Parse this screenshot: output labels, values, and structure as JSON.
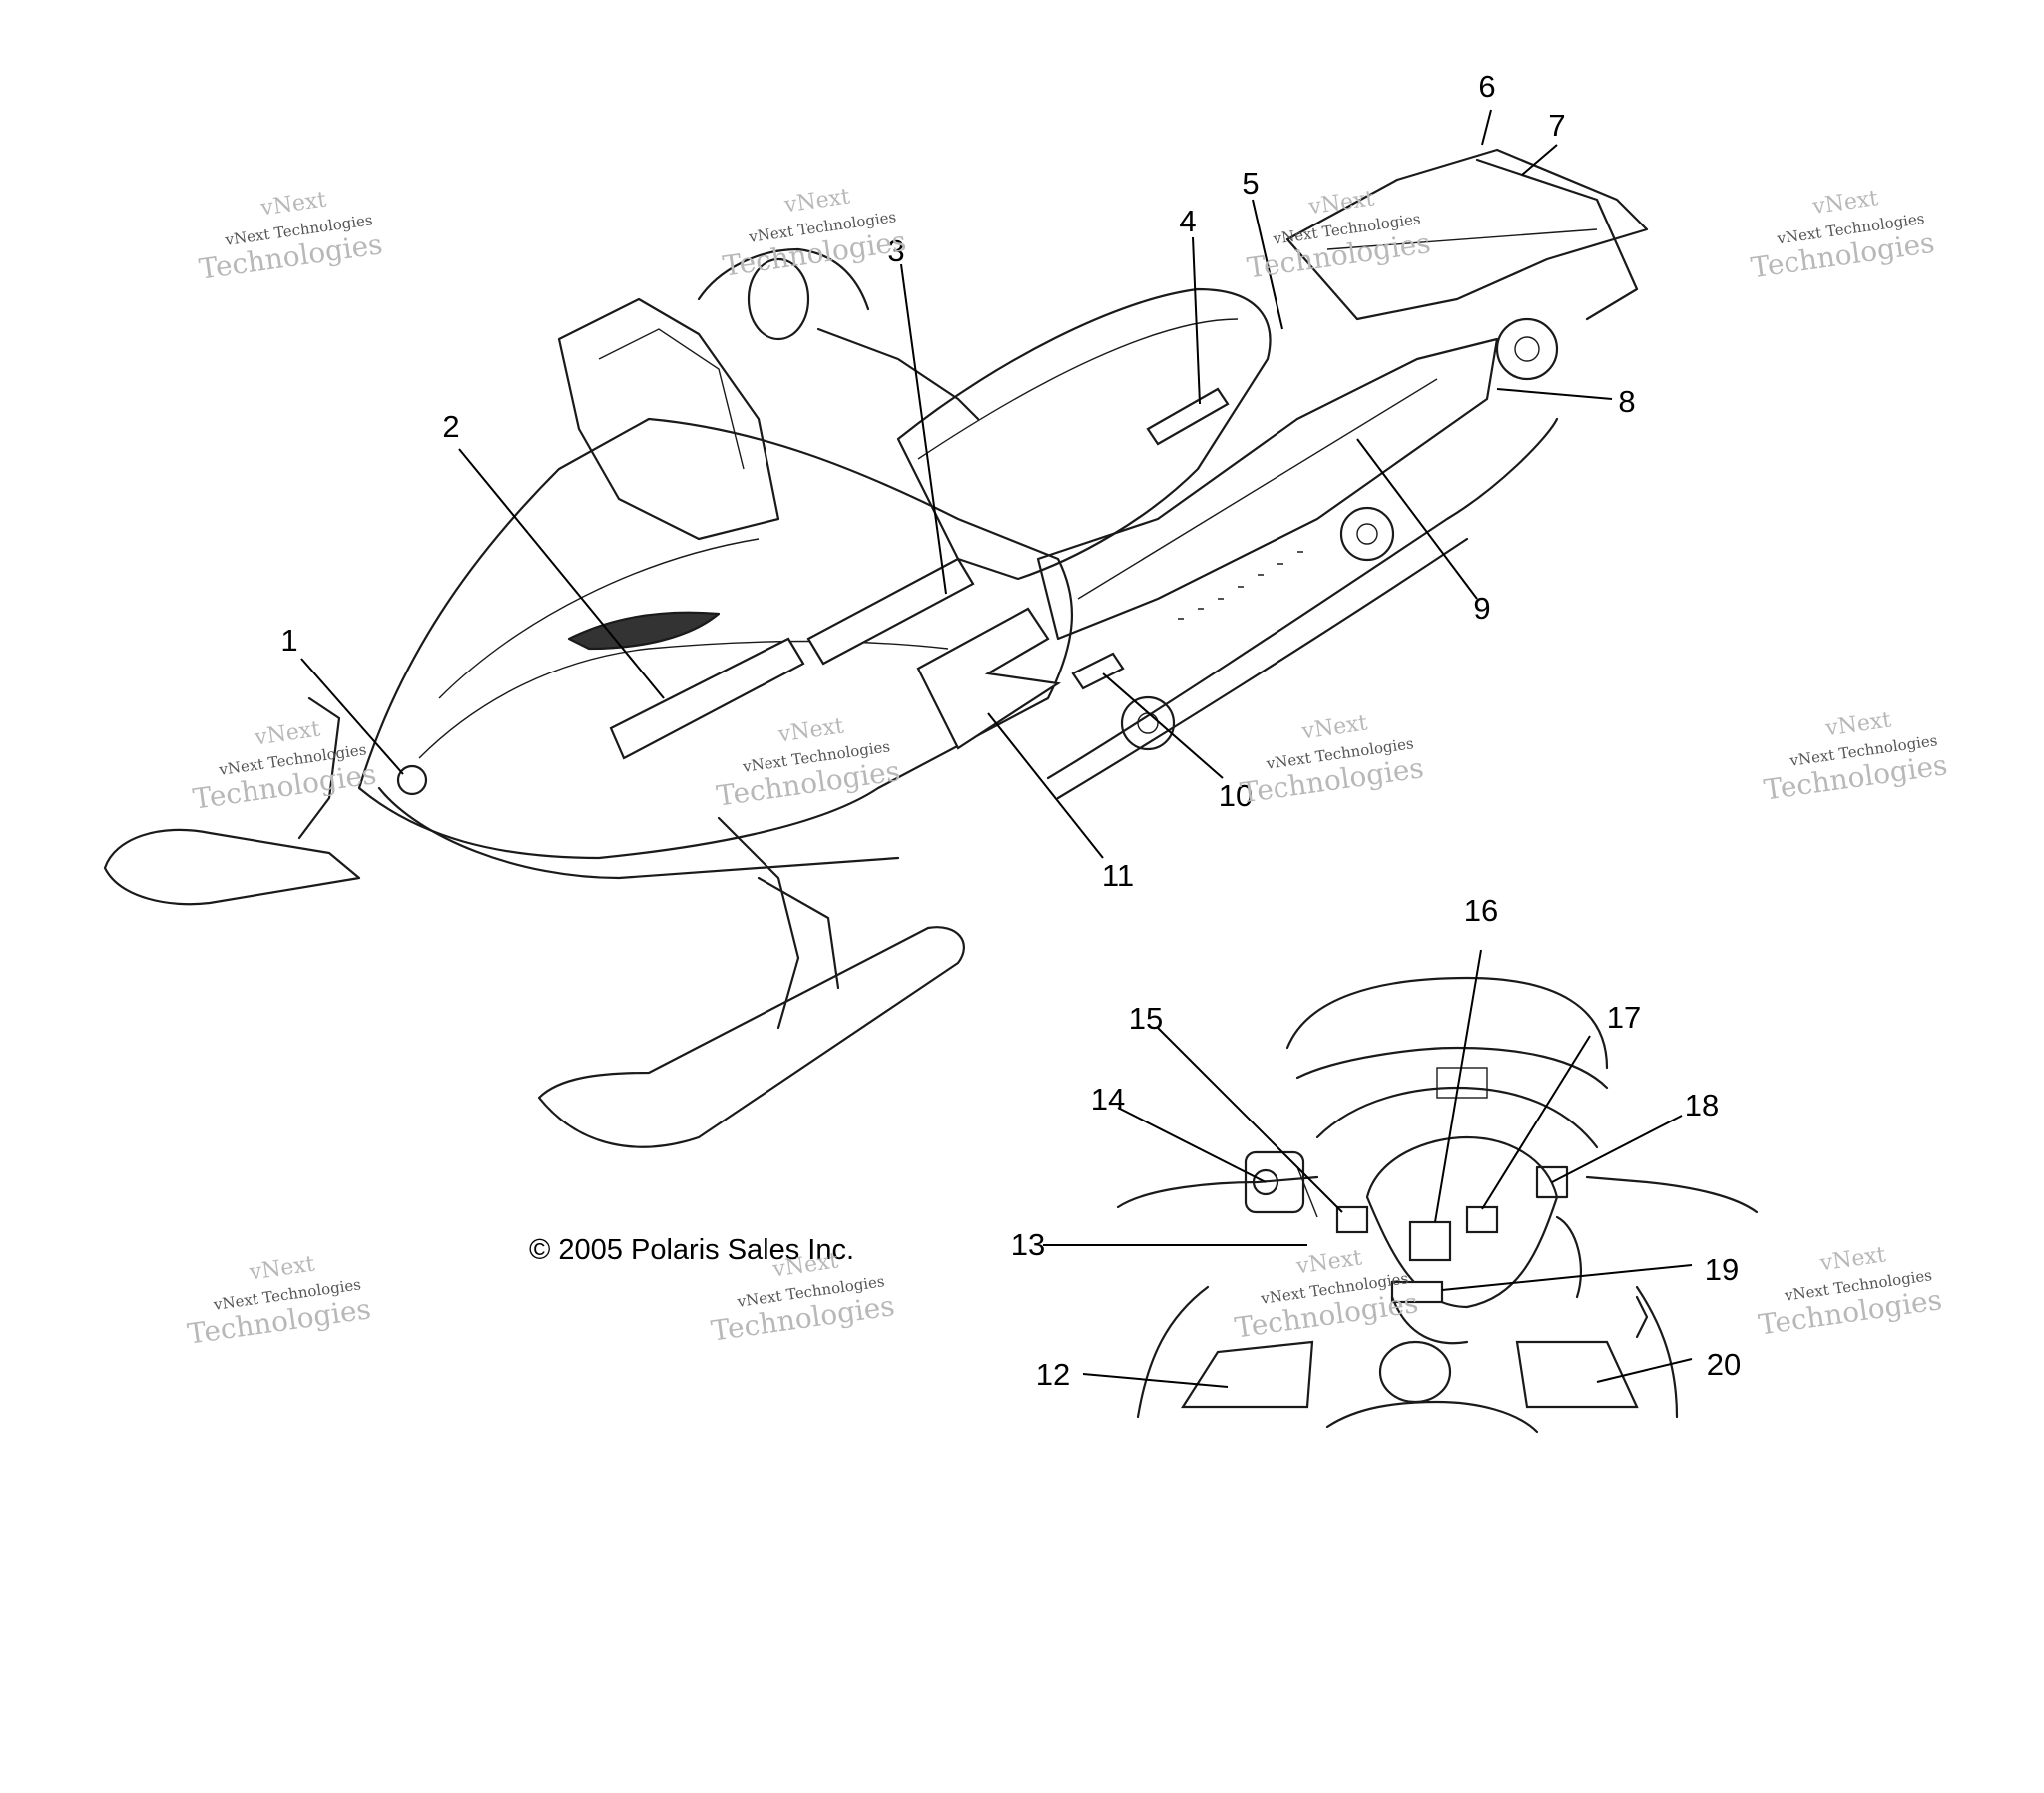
{
  "copyright": "© 2005 Polaris Sales Inc.",
  "watermark": {
    "line1": "vNext",
    "line2": "vNext Technologies",
    "line3": "Technologies"
  },
  "callouts": [
    "1",
    "2",
    "3",
    "4",
    "5",
    "6",
    "7",
    "8",
    "9",
    "10",
    "11",
    "12",
    "13",
    "14",
    "15",
    "16",
    "17",
    "18",
    "19",
    "20"
  ]
}
